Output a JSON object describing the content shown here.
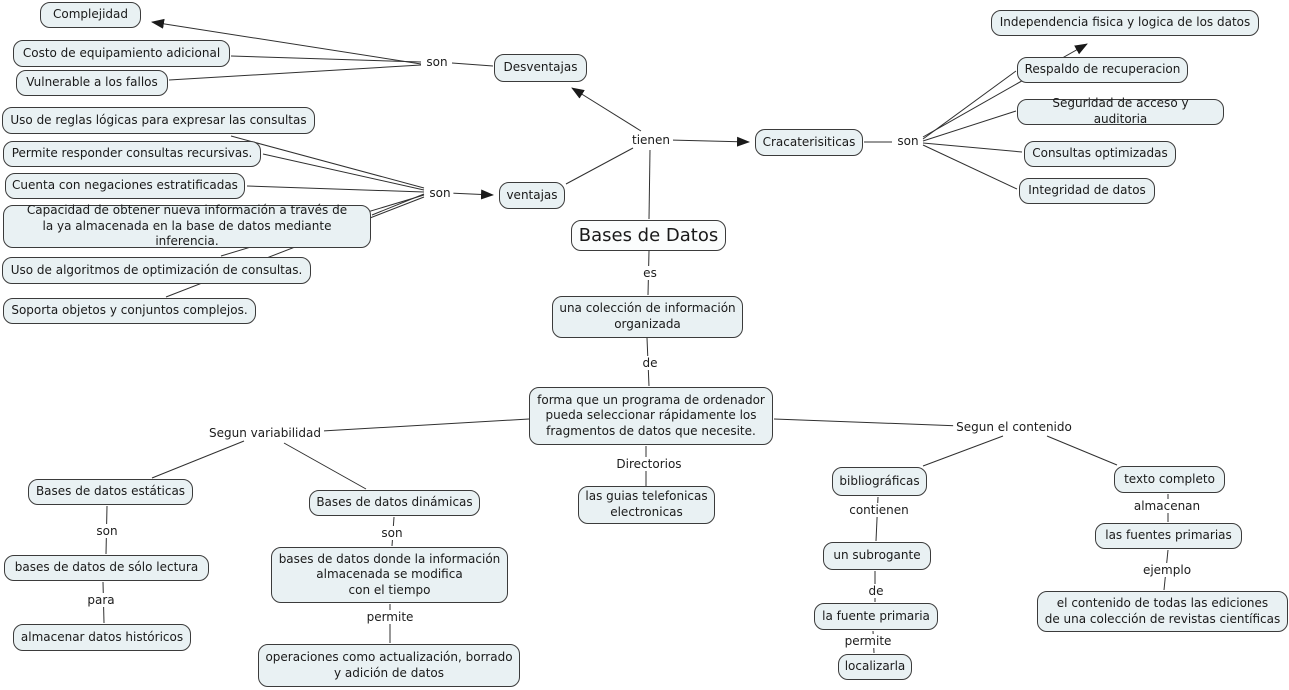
{
  "title": "Bases de Datos",
  "colors": {
    "background": "#ffffff",
    "node_fill": "#e9f1f3",
    "main_node_fill": "#fbfdfd",
    "node_border": "#3b3b3b",
    "connector_line": "#303030",
    "text": "#1a1a1a"
  },
  "nodes": {
    "complejidad": "Complejidad",
    "costo": "Costo de equipamiento adicional",
    "vulnerable": "Vulnerable a los fallos",
    "desventajas": "Desventajas",
    "independencia": "Independencia fisica y logica de los datos",
    "respaldo": "Respaldo de recuperacion",
    "seguridad": "Seguridad de acceso y auditoria",
    "consultas": "Consultas optimizadas",
    "integridad": "Integridad de datos",
    "cracateristicas": "Cracaterisiticas",
    "uso_reglas": "Uso de reglas lógicas para expresar las consultas",
    "permite_responder": "Permite responder consultas recursivas.",
    "cuenta_negaciones": "Cuenta con negaciones estratificadas",
    "capacidad": "Capacidad de obtener nueva información a través de\nla ya almacenada en la base de datos mediante inferencia.",
    "uso_algoritmos": "Uso de algoritmos de optimización de consultas.",
    "soporta": "Soporta objetos y conjuntos complejos.",
    "ventajas": "ventajas",
    "bases_datos": "Bases de Datos",
    "coleccion": "una colección de información\norganizada",
    "forma": "forma que un programa de ordenador\npueda seleccionar rápidamente  los\nfragmentos de datos que necesite.",
    "estaticas": "Bases de datos estáticas",
    "dinamicas": "Bases de datos dinámicas",
    "solo_lectura": "bases de datos de sólo lectura",
    "almacenar": "almacenar datos históricos",
    "donde_info": "bases de datos donde la información\nalmacenada se modifica\ncon el tiempo",
    "operaciones": "operaciones como actualización, borrado\ny adición de datos",
    "guias": "las guias telefonicas\nelectronicas",
    "bibliograficas": "bibliográficas",
    "texto_completo": "texto completo",
    "subrogante": "un subrogante",
    "fuente_primaria": "la fuente primaria",
    "localizarla": "localizarla",
    "fuentes_primarias": "las fuentes primarias",
    "contenido_ediciones": "el contenido de todas las ediciones\nde una colección de revistas científicas"
  },
  "labels": {
    "son_desventajas": "son",
    "tienen": "tienen",
    "son_caracteristicas": "son",
    "son_ventajas": "son",
    "es": "es",
    "de_coleccion": "de",
    "segun_variabilidad": "Segun variabilidad",
    "directorios": "Directorios",
    "segun_contenido": "Segun el contenido",
    "contienen": "contienen",
    "almacenan": "almacenan",
    "son_estaticas": "son",
    "para": "para",
    "son_dinamicas": "son",
    "permite_dinamicas": "permite",
    "de_subrogante": "de",
    "permite_fuente": "permite",
    "ejemplo": "ejemplo"
  }
}
